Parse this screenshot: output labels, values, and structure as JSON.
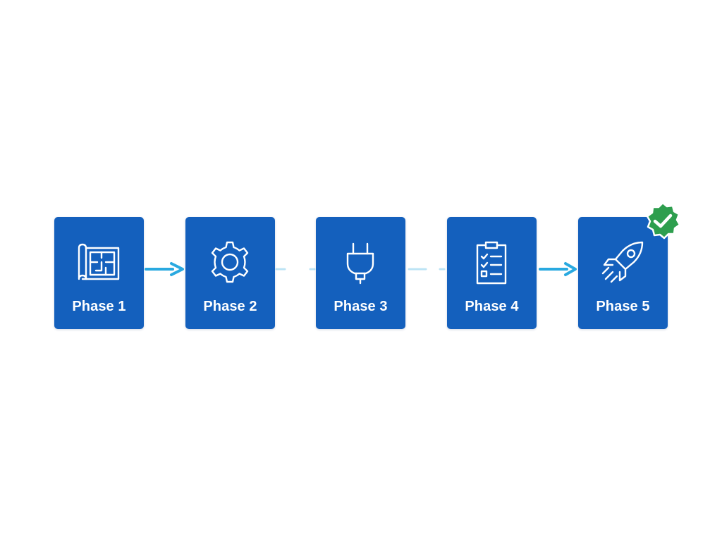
{
  "phases": [
    {
      "label": "Phase 1",
      "icon": "blueprint-icon"
    },
    {
      "label": "Phase 2",
      "icon": "gear-icon"
    },
    {
      "label": "Phase 3",
      "icon": "plug-icon"
    },
    {
      "label": "Phase 4",
      "icon": "checklist-clipboard-icon"
    },
    {
      "label": "Phase 5",
      "icon": "rocket-icon"
    }
  ],
  "connectors": [
    {
      "from": "Phase 1",
      "to": "Phase 2",
      "style": "solid-arrow"
    },
    {
      "from": "Phase 2",
      "to": "Phase 3",
      "style": "faded-line"
    },
    {
      "from": "Phase 3",
      "to": "Phase 4",
      "style": "faded-line"
    },
    {
      "from": "Phase 4",
      "to": "Phase 5",
      "style": "solid-arrow"
    }
  ],
  "completion_badge": {
    "phase": "Phase 5",
    "icon": "check-badge-icon",
    "state": "complete"
  },
  "colors": {
    "card": "#1460bd",
    "card_text": "#ffffff",
    "connector": "#29a9e0",
    "badge": "#2e9e4e",
    "background": "#ffffff"
  }
}
